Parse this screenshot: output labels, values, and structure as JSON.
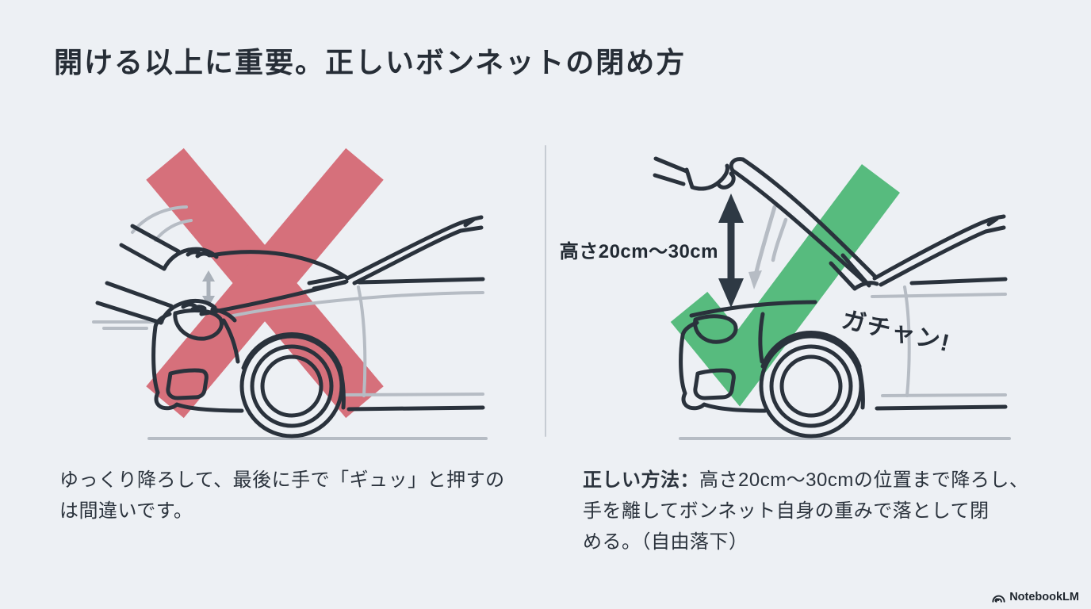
{
  "title": "開ける以上に重要。正しいボンネットの閉め方",
  "colors": {
    "background": "#edf0f4",
    "line_dark": "#2a323c",
    "line_gray": "#b6bcc4",
    "error_red": "#d6707b",
    "success_green": "#57bb7e"
  },
  "left_panel": {
    "caption_line1": "ゆっくり降ろして、最後に手で「ギュッ」と押すの",
    "caption_line2": "は間違いです。"
  },
  "right_panel": {
    "height_label": "高さ20cm〜30cm",
    "sound_label": "ガチャン!",
    "caption_lead": "正しい方法：",
    "caption_line1_rest": "高さ20cm〜30cmの位置まで降ろし、",
    "caption_line2": "手を離してボンネット自身の重みで落として閉",
    "caption_line3": "める。（自由落下）"
  },
  "footer": {
    "brand": "NotebookLM"
  }
}
